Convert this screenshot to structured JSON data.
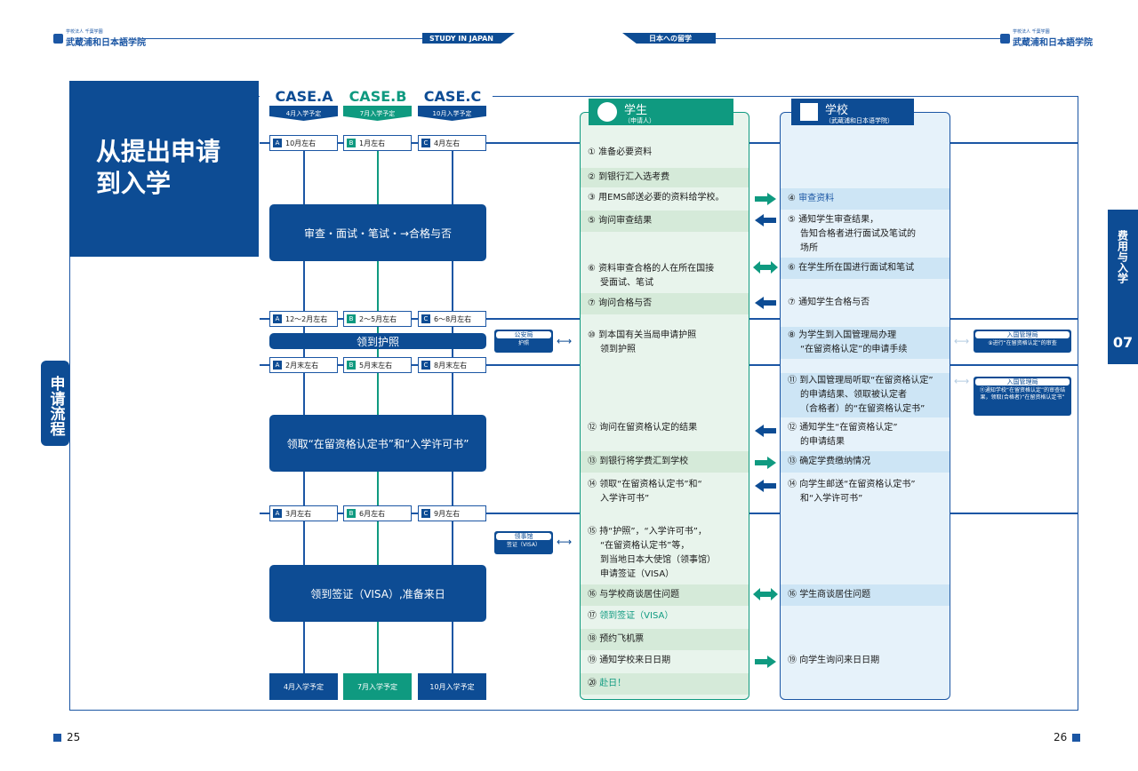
{
  "header": {
    "logo_small": "学校法人 千葉学園",
    "logo_name": "武蔵浦和日本語学院",
    "banner_left": "STUDY IN JAPAN",
    "banner_right": "日本への留学"
  },
  "title": {
    "line1": "从提出申请",
    "line2": "到入学"
  },
  "cases": [
    {
      "name": "CASE.A",
      "plan": "4月入学予定",
      "letter": "A",
      "t1": "10月左右",
      "t2": "12〜2月左右",
      "t3": "2月末左右",
      "t4": "3月左右",
      "final": "4月入学予定",
      "color": "#0d4c94"
    },
    {
      "name": "CASE.B",
      "plan": "7月入学予定",
      "letter": "B",
      "t1": "1月左右",
      "t2": "2〜5月左右",
      "t3": "5月末左右",
      "t4": "6月左右",
      "final": "7月入学予定",
      "color": "#0f9a80"
    },
    {
      "name": "CASE.C",
      "plan": "10月入学予定",
      "letter": "C",
      "t1": "4月左右",
      "t2": "6〜8月左右",
      "t3": "8月末左右",
      "t4": "9月左右",
      "final": "10月入学予定",
      "color": "#0d4c94"
    }
  ],
  "stages": {
    "s1": "审查・面试・笔试・→合格与否",
    "s2": "领到护照",
    "s3": "领取“在留资格认定书”和“入学许可书”",
    "s4": "领到签证（VISA）,准备来日"
  },
  "side_label": "申请流程",
  "student": {
    "title": "学生",
    "sub": "（申请人）"
  },
  "school": {
    "title": "学校",
    "sub": "（武蔵浦和日本语学院）"
  },
  "student_rows": [
    {
      "n": "①",
      "t": "准备必要资料"
    },
    {
      "n": "②",
      "t": "到银行汇入选考费"
    },
    {
      "n": "③",
      "t": "用EMS邮送必要的资料给学校。"
    },
    {
      "n": "⑤",
      "t": "询问审查结果"
    },
    {
      "n": "⑥",
      "t": "资料审查合格的人在所在国接",
      "t2": "受面试、笔试"
    },
    {
      "n": "⑦",
      "t": "询问合格与否"
    },
    {
      "n": "⑩",
      "t": "到本国有关当局申请护照",
      "t2": "领到护照"
    },
    {
      "n": "⑫",
      "t": "询问在留资格认定的结果"
    },
    {
      "n": "⑬",
      "t": "到银行将学费汇到学校"
    },
    {
      "n": "⑭",
      "t": "领取“在留资格认定书”和“",
      "t2": "入学许可书”"
    },
    {
      "n": "⑮",
      "t": "持“护照”，“入学许可书”，",
      "t2": "“在留资格认定书”等，",
      "t3": "到当地日本大使馆（领事馆）",
      "t4": "申请签证（VISA）"
    },
    {
      "n": "⑯",
      "t": "与学校商谈居住问题"
    },
    {
      "n": "⑰",
      "t": "领到签证（VISA）"
    },
    {
      "n": "⑱",
      "t": "预约飞机票"
    },
    {
      "n": "⑲",
      "t": "通知学校来日日期"
    },
    {
      "n": "⑳",
      "t": "赴日！"
    }
  ],
  "school_rows": [
    {
      "n": "④",
      "t": "审查资料"
    },
    {
      "n": "⑤",
      "t": "通知学生审查结果，",
      "t2": "告知合格者进行面试及笔试的",
      "t3": "场所"
    },
    {
      "n": "⑥",
      "t": "在学生所在国进行面试和笔试"
    },
    {
      "n": "⑦",
      "t": "通知学生合格与否"
    },
    {
      "n": "⑧",
      "t": "为学生到入国管理局办理",
      "t2": "“在留资格认定”的申请手续"
    },
    {
      "n": "⑪",
      "t": "到入国管理局听取“在留资格认定”",
      "t2": "的申请结果、领取被认定者",
      "t3": "（合格者）的“在留资格认定书”"
    },
    {
      "n": "⑫",
      "t": "通知学生“在留资格认定”",
      "t2": "的申请结果"
    },
    {
      "n": "⑬",
      "t": "确定学费缴纳情况"
    },
    {
      "n": "⑭",
      "t": "向学生邮送“在留资格认定书”",
      "t2": "和“入学许可书”"
    },
    {
      "n": "⑯",
      "t": "学生商谈居住问题"
    },
    {
      "n": "⑲",
      "t": "向学生询问来日日期"
    }
  ],
  "notes": {
    "gov_title": "公安局",
    "gov_body": "护照",
    "consul_title": "领事馆",
    "consul_body": "签证（VISA）",
    "imm1_title": "入国管理局",
    "imm1_body": "⑨进行“在留资格认定”的审查",
    "imm2_title": "入国管理局",
    "imm2_body": "⑪通知学校“在留资格认定”的审查结果，领取(合格者)“在留资格认定书”"
  },
  "tab": {
    "text": "费用与入学",
    "num": "07"
  },
  "page_left": "25",
  "page_right": "26",
  "colors": {
    "navy": "#0d4c94",
    "teal": "#0f9a80",
    "green_bg": "#d5ead9",
    "blue_bg": "#cde5f5"
  }
}
